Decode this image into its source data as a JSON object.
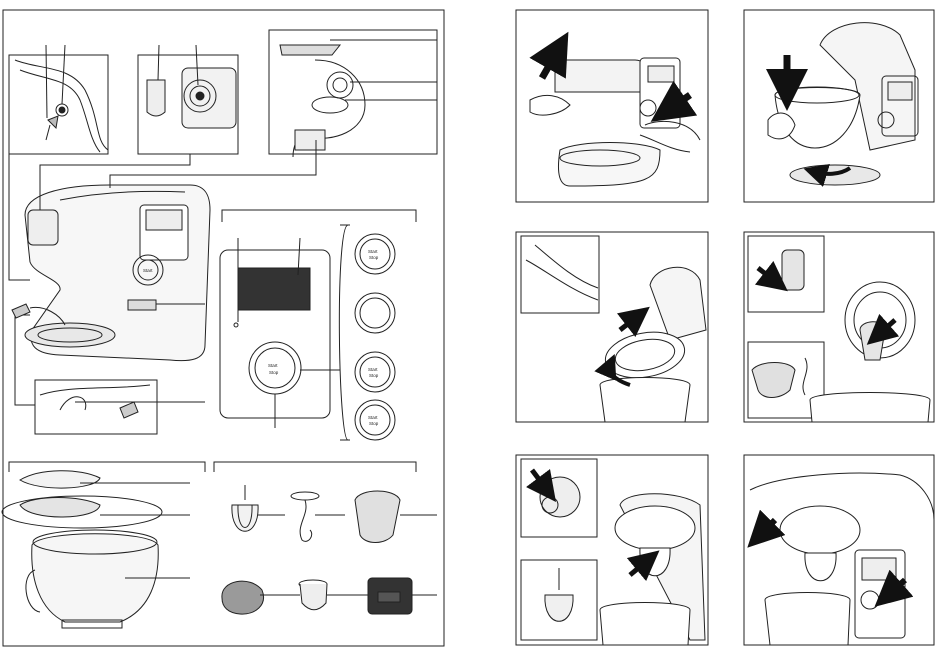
{
  "control_panel": {
    "button_label_line1": "Start",
    "button_label_line2": "Stop"
  },
  "dial_variants": [
    {
      "label_line1": "Start",
      "label_line2": "Stop"
    },
    {
      "label_line1": "",
      "label_line2": ""
    },
    {
      "label_line1": "Start",
      "label_line2": "Stop"
    },
    {
      "label_line1": "Start",
      "label_line2": "Stop"
    }
  ],
  "colors": {
    "line": "#222222",
    "screen": "#333333",
    "accessory_fill": "#9a9a9a",
    "grey_light": "#d7d7d7"
  },
  "icons": {
    "arrow": "black-filled-arrow",
    "screen": "lcd-display",
    "speed_dial": "rotary-knob"
  }
}
